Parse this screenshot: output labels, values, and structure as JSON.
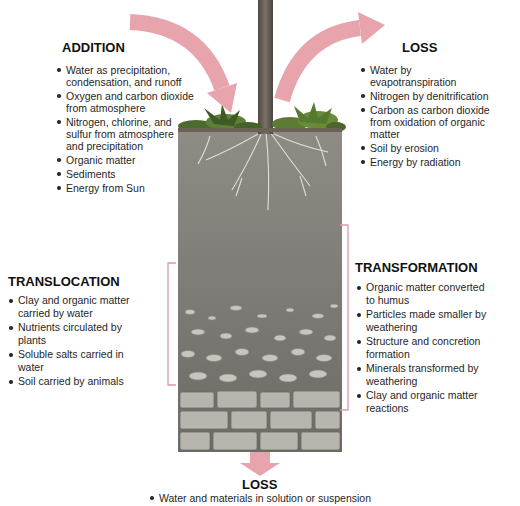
{
  "diagram": {
    "labels": [
      "ADDITION",
      "Water as precipitation, condensation, and runoff",
      "Oxygen and carbon dioxide from atmosphere",
      "Nitrogen, chlorine, and sulfur from atmosphere and precipitation",
      "Organic matter",
      "Sediments",
      "Energy from Sun",
      "LOSS",
      "Water by evapotranspiration",
      "Nitrogen by denitrification",
      "Carbon as carbon dioxide from oxidation of organic matter",
      "Soil by erosion",
      "Energy by radiation",
      "TRANSLOCATION",
      "Clay and organic matter carried by water",
      "Nutrients circulated by plants",
      "Soluble salts carried in water",
      "Soil carried by animals",
      "TRANSFORMATION",
      "Organic matter converted to humus",
      "Particles made smaller by weathering",
      "Structure and concretion formation",
      "Minerals transformed by weathering",
      "Clay and organic matter reactions",
      "LOSS",
      "Water and materials in solution or suspension"
    ]
  }
}
